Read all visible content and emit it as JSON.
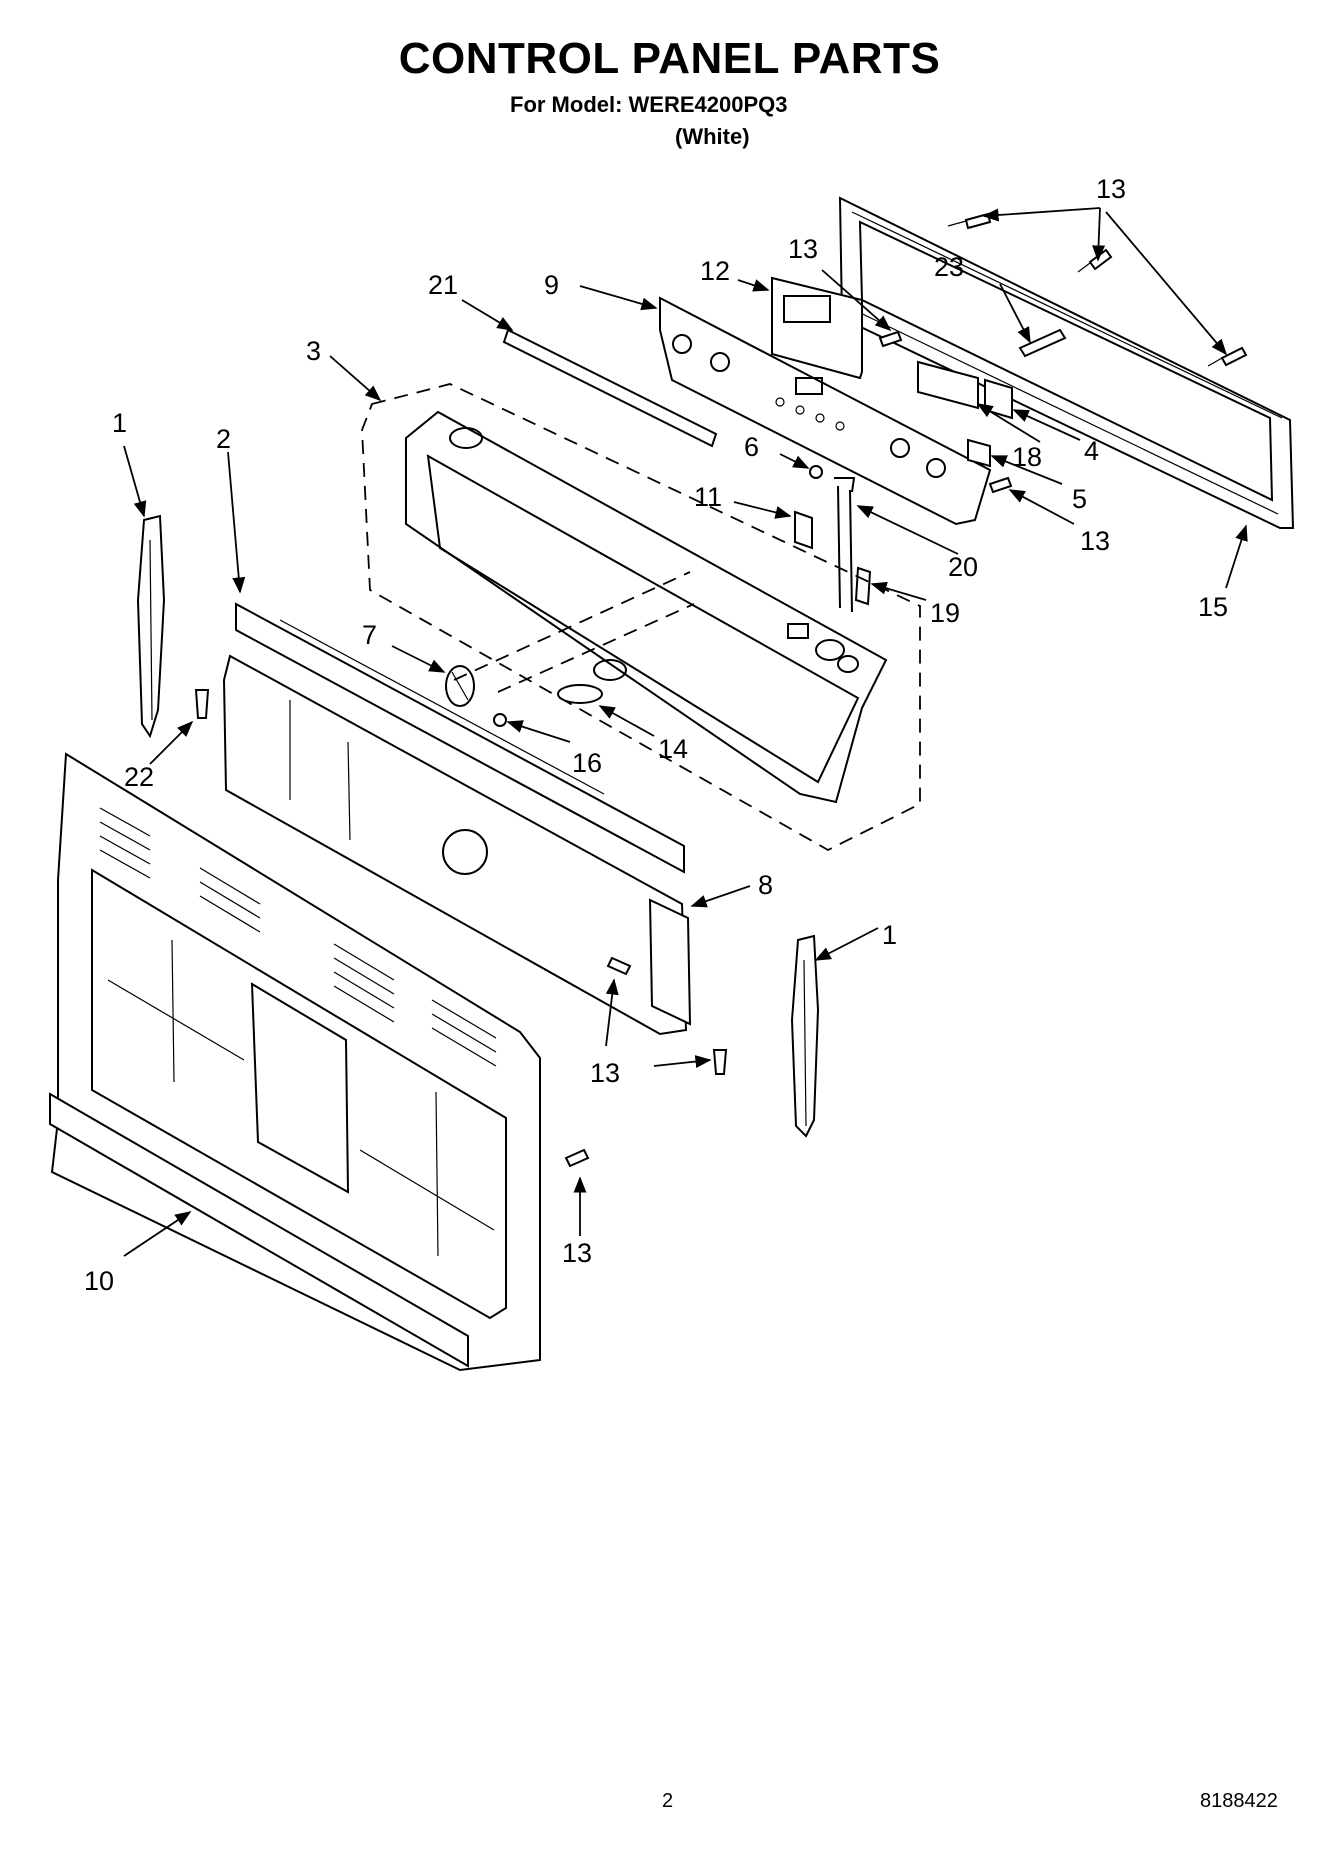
{
  "header": {
    "title": "CONTROL PANEL PARTS",
    "model_line": "For Model: WERE4200PQ3",
    "variant_line": "(White)"
  },
  "callouts": [
    {
      "id": "c13-top",
      "label": "13"
    },
    {
      "id": "c13-mid",
      "label": "13"
    },
    {
      "id": "c12",
      "label": "12"
    },
    {
      "id": "c23",
      "label": "23"
    },
    {
      "id": "c21",
      "label": "21"
    },
    {
      "id": "c9",
      "label": "9"
    },
    {
      "id": "c3",
      "label": "3"
    },
    {
      "id": "c1-left",
      "label": "1"
    },
    {
      "id": "c2",
      "label": "2"
    },
    {
      "id": "c6",
      "label": "6"
    },
    {
      "id": "c18",
      "label": "18"
    },
    {
      "id": "c4",
      "label": "4"
    },
    {
      "id": "c5",
      "label": "5"
    },
    {
      "id": "c13-right",
      "label": "13"
    },
    {
      "id": "c11",
      "label": "11"
    },
    {
      "id": "c20",
      "label": "20"
    },
    {
      "id": "c19",
      "label": "19"
    },
    {
      "id": "c15",
      "label": "15"
    },
    {
      "id": "c7",
      "label": "7"
    },
    {
      "id": "c16",
      "label": "16"
    },
    {
      "id": "c14",
      "label": "14"
    },
    {
      "id": "c22",
      "label": "22"
    },
    {
      "id": "c8",
      "label": "8"
    },
    {
      "id": "c1-right",
      "label": "1"
    },
    {
      "id": "c13-lower",
      "label": "13"
    },
    {
      "id": "c13-bottom",
      "label": "13"
    },
    {
      "id": "c10",
      "label": "10"
    }
  ],
  "footer": {
    "page_number": "2",
    "document_number": "8188422"
  }
}
